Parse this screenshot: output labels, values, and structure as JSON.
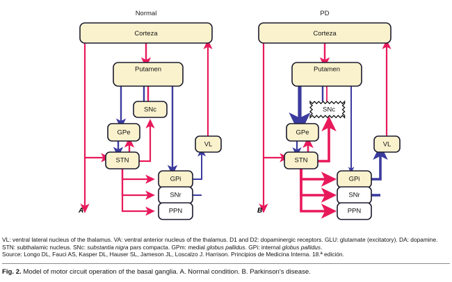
{
  "figure": {
    "panels": [
      {
        "id": "normal",
        "title": "Normal",
        "letter": "A",
        "nodes": [
          {
            "key": "cortex",
            "label": "Corteza"
          },
          {
            "key": "putamen",
            "label": "Putamen"
          },
          {
            "key": "snc",
            "label": "SNc"
          },
          {
            "key": "gpe",
            "label": "GPe"
          },
          {
            "key": "stn",
            "label": "STN"
          },
          {
            "key": "vl",
            "label": "VL"
          },
          {
            "key": "gpi",
            "label": "GPi"
          },
          {
            "key": "snr",
            "label": "SNr"
          },
          {
            "key": "ppn",
            "label": "PPN"
          }
        ]
      },
      {
        "id": "pd",
        "title": "PD",
        "letter": "B",
        "nodes": [
          {
            "key": "cortex",
            "label": "Corteza"
          },
          {
            "key": "putamen",
            "label": "Putamen"
          },
          {
            "key": "snc",
            "label": "SNc"
          },
          {
            "key": "gpe",
            "label": "GPe"
          },
          {
            "key": "stn",
            "label": "STN"
          },
          {
            "key": "vl",
            "label": "VL"
          },
          {
            "key": "gpi",
            "label": "GPi"
          },
          {
            "key": "snr",
            "label": "SNr"
          },
          {
            "key": "ppn",
            "label": "PPN"
          }
        ]
      }
    ],
    "colors": {
      "excitatory": "#e8195b",
      "inhibitory": "#3b3b9e",
      "box_fill": "#faf2cd",
      "box_fill_white": "#ffffff",
      "box_stroke": "#1a1a2e"
    },
    "notes": "VL: ventral lateral nucleus of the thalamus. VA: ventral anterior nucleus of the thalamus. D1 and D2: dopaminergic receptors. GLU: glutamate (excitatory). DA: dopamine. STN: subthalamic nucleus. SNc: substantia nigra pars compacta. GPm: medial globus pallidus. GPi: internal globus pallidus.",
    "notes_parts": {
      "p1": "VL: ventral lateral nucleus of the thalamus. VA: ventral anterior nucleus of the thalamus. D1 and D2: dopaminergic receptors. GLU: glutamate (excitatory). DA: dopamine. STN: subthalamic nucleus. SNc: ",
      "i1": "substantia nigra",
      "p2": " pars compacta. GPm: medial ",
      "i2": "globus pallidus",
      "p3": ". GPi: internal ",
      "i3": "globus pallidus",
      "p4": "."
    },
    "source": "Source: Longo DL, Fauci AS, Kasper DL, Hauser SL, Jameson JL, Loscalzo J. Harrison. Principios de Medicina Interna. 18.ª edición.",
    "caption_label": "Fig. 2.",
    "caption_text": "Model of motor circuit operation of the basal ganglia. A. Normal condition. B. Parkinson's disease."
  }
}
